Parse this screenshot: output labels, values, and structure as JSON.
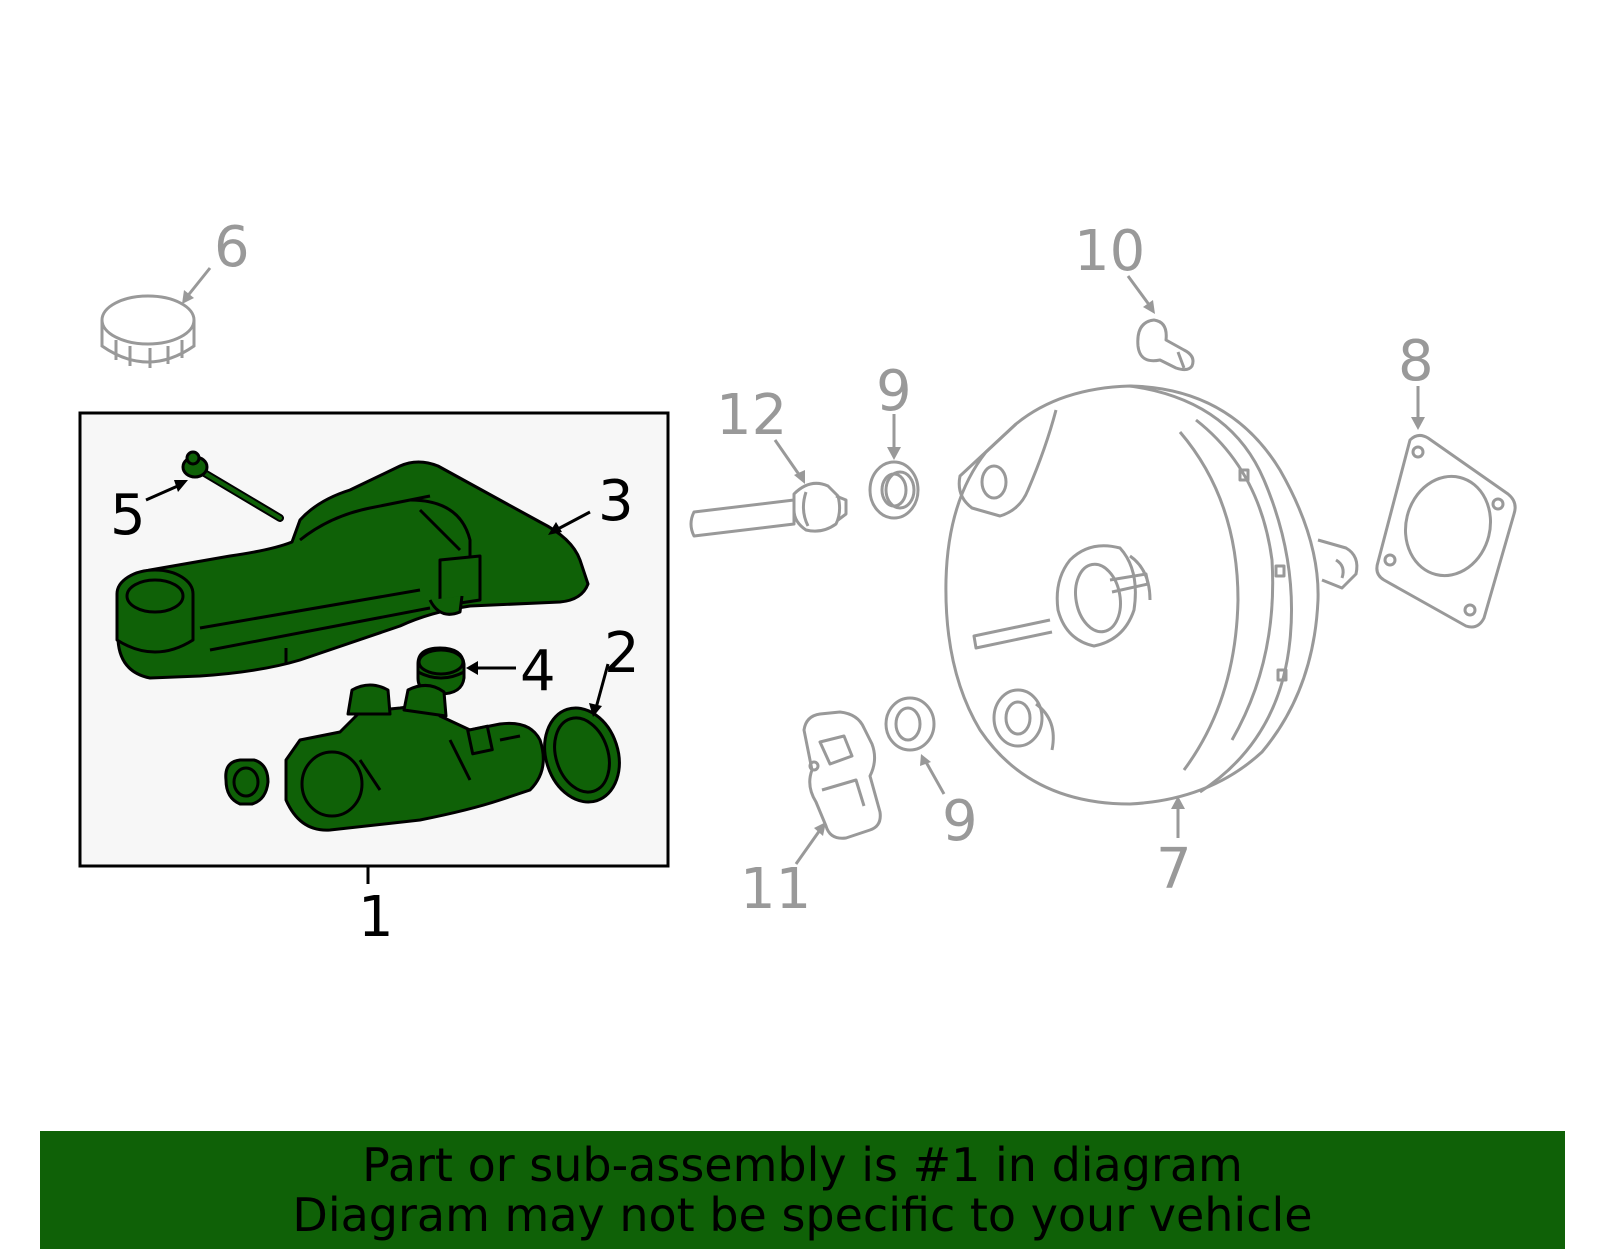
{
  "colors": {
    "highlight_fill": "#0f6107",
    "active_stroke": "#000000",
    "inactive_stroke": "#999999",
    "box_fill": "#f7f7f7",
    "banner_bg": "#0f6107"
  },
  "callouts": {
    "c1": "1",
    "c2": "2",
    "c3": "3",
    "c4": "4",
    "c5": "5",
    "c6": "6",
    "c7": "7",
    "c8": "8",
    "c9a": "9",
    "c9b": "9",
    "c10": "10",
    "c11": "11",
    "c12": "12"
  },
  "banner": {
    "line1": "Part or sub-assembly is #1 in diagram",
    "line2": "Diagram may not be specific to your vehicle"
  }
}
